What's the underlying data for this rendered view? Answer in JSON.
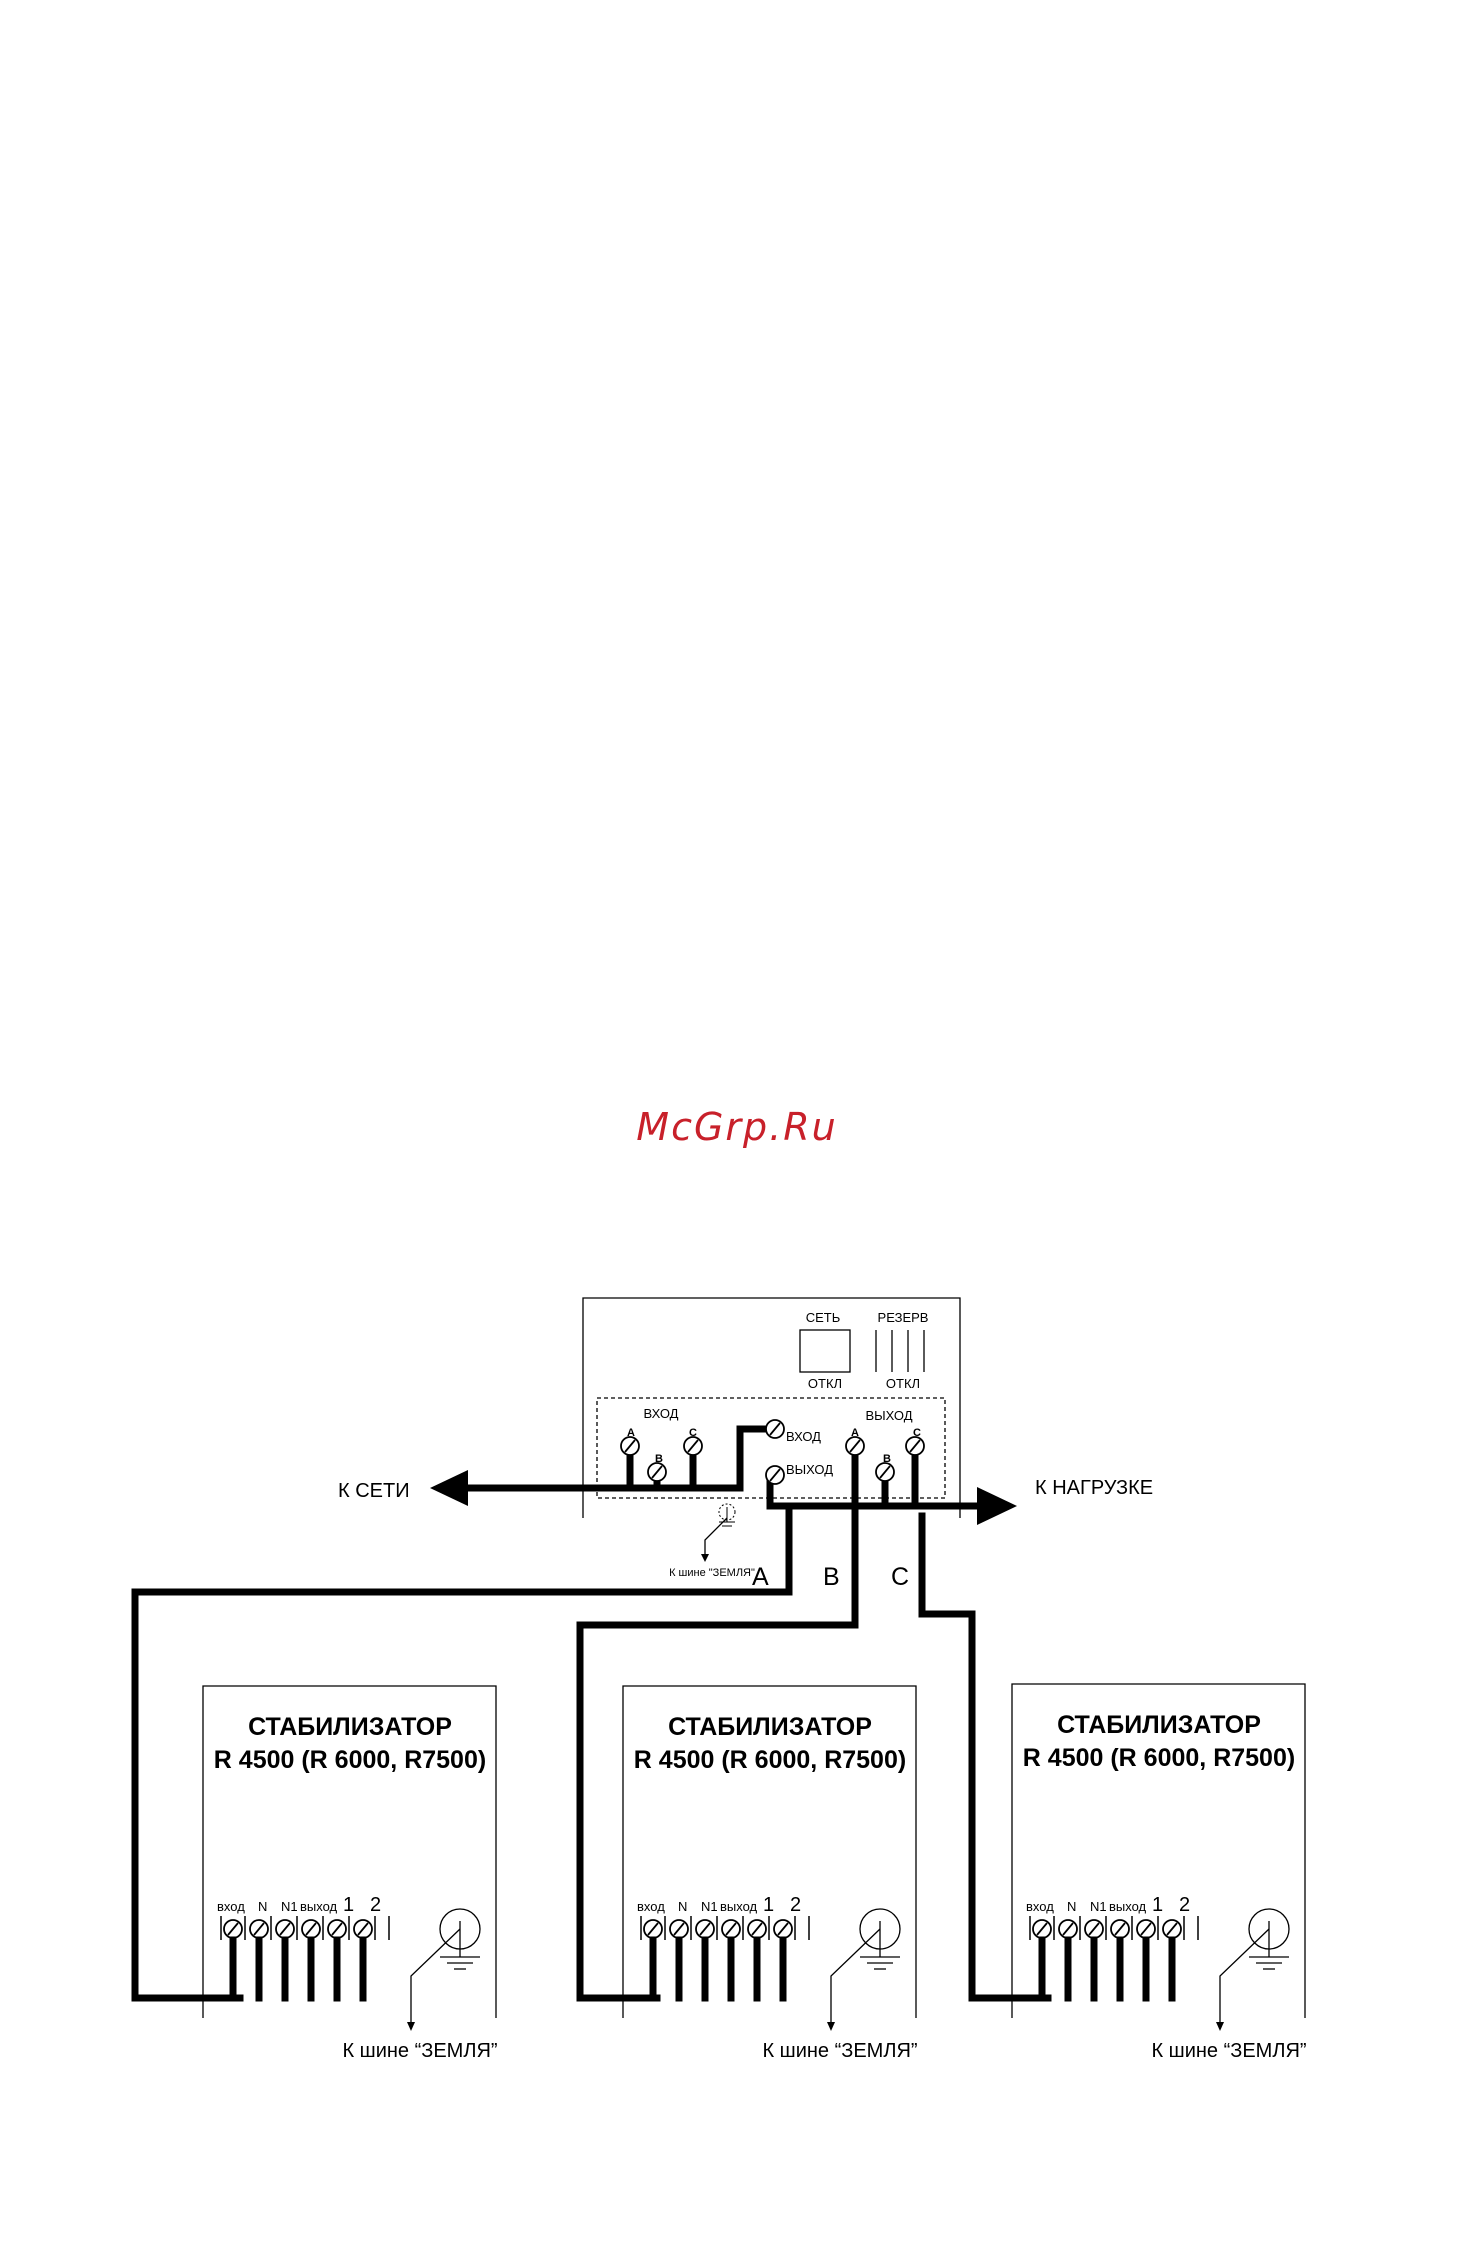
{
  "watermark": "McGrp.Ru",
  "switch_box": {
    "indicator_left": "СЕТЬ",
    "indicator_right": "РЕЗЕРВ",
    "off_left": "ОТКЛ",
    "off_right": "ОТКЛ",
    "input_label": "ВХОД",
    "output_label": "ВЫХОД",
    "input_phases": [
      "A",
      "B",
      "C"
    ],
    "output_phases": [
      "A",
      "B",
      "C"
    ],
    "mid_input": "ВХОД",
    "mid_output": "ВЫХОД",
    "ground_label": "К шине \"ЗЕМЛЯ\""
  },
  "arrows": {
    "to_network": "К СЕТИ",
    "to_load": "К НАГРУЗКЕ"
  },
  "phase_lines": [
    "A",
    "B",
    "C"
  ],
  "stabilizers": [
    {
      "title": "СТАБИЛИЗАТОР",
      "model": "R 4500 (R 6000, R7500)",
      "terminals": [
        "вход",
        "N",
        "N1",
        "выход",
        "1",
        "2"
      ],
      "ground_label": "К шине “ЗЕМЛЯ”"
    },
    {
      "title": "СТАБИЛИЗАТОР",
      "model": "R 4500 (R 6000, R7500)",
      "terminals": [
        "вход",
        "N",
        "N1",
        "выход",
        "1",
        "2"
      ],
      "ground_label": "К шине “ЗЕМЛЯ”"
    },
    {
      "title": "СТАБИЛИЗАТОР",
      "model": "R 4500 (R 6000, R7500)",
      "terminals": [
        "вход",
        "N",
        "N1",
        "выход",
        "1",
        "2"
      ],
      "ground_label": "К шине “ЗЕМЛЯ”"
    }
  ]
}
